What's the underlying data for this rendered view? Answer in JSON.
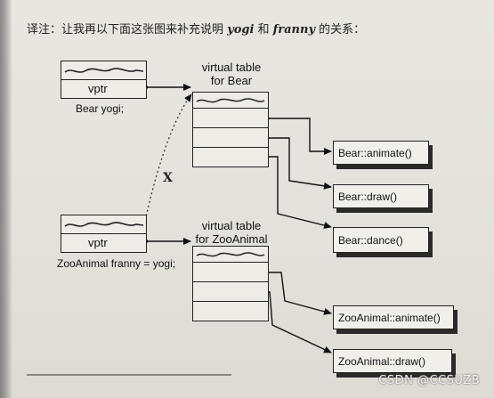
{
  "note": {
    "prefix": "译注：让我再以下面这张图来补充说明 ",
    "name1": "yogi",
    "middle": " 和 ",
    "name2": "franny",
    "suffix": " 的关系："
  },
  "bear_object": {
    "field": "vptr",
    "caption": "Bear yogi;"
  },
  "zoo_object": {
    "field": "vptr",
    "caption": "ZooAnimal franny = yogi;"
  },
  "bear_vtable": {
    "title_line1": "virtual table",
    "title_line2": "for Bear"
  },
  "zoo_vtable": {
    "title_line1": "virtual table",
    "title_line2": "for ZooAnimal"
  },
  "functions": {
    "bear_animate": "Bear::animate()",
    "bear_draw": "Bear::draw()",
    "bear_dance": "Bear::dance()",
    "zoo_animate": "ZooAnimal::animate()",
    "zoo_draw": "ZooAnimal::draw()"
  },
  "cross_mark": "X",
  "watermark": "CSDN @CCSUZB"
}
